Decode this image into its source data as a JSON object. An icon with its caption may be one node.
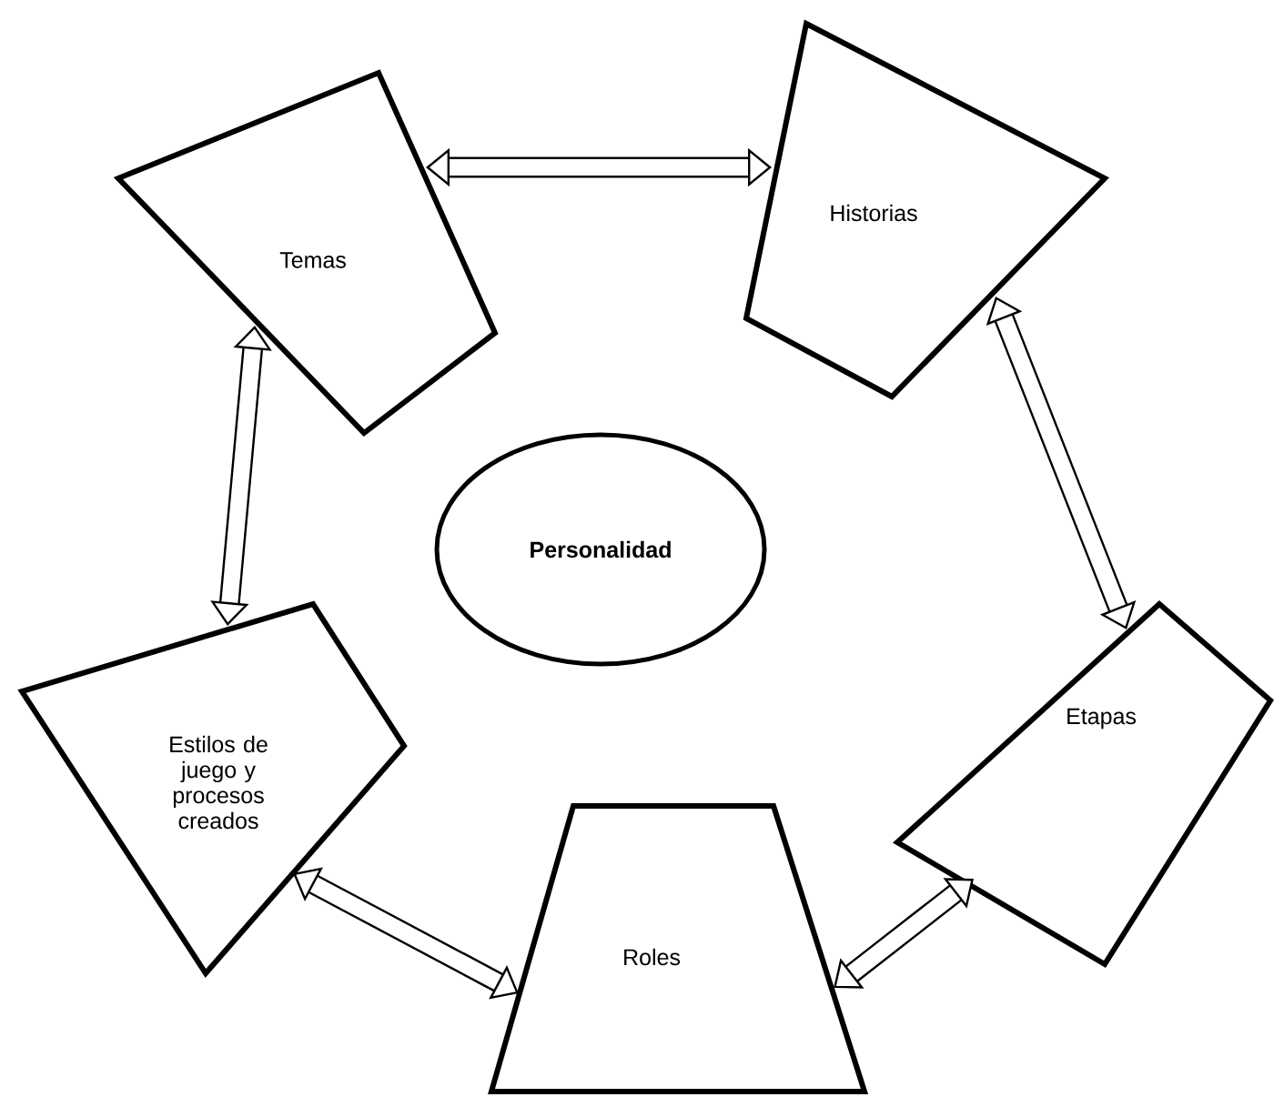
{
  "diagram": {
    "nodes": [
      {
        "text": [
          "Temas"
        ]
      },
      {
        "text": [
          "Historias"
        ]
      },
      {
        "text": [
          "Personalidad"
        ]
      },
      {
        "text": [
          "Estilos de juego y procesos creados"
        ]
      },
      {
        "text": [
          "Etapas"
        ]
      },
      {
        "text": [
          "Roles"
        ]
      }
    ],
    "edges": [
      {
        "from": 0,
        "to": 1,
        "arrow": "both"
      },
      {
        "from": 1,
        "to": 4,
        "arrow": "both"
      },
      {
        "from": 4,
        "to": 5,
        "arrow": "both"
      },
      {
        "from": 5,
        "to": 3,
        "arrow": "both"
      },
      {
        "from": 3,
        "to": 0,
        "arrow": "both"
      }
    ]
  }
}
